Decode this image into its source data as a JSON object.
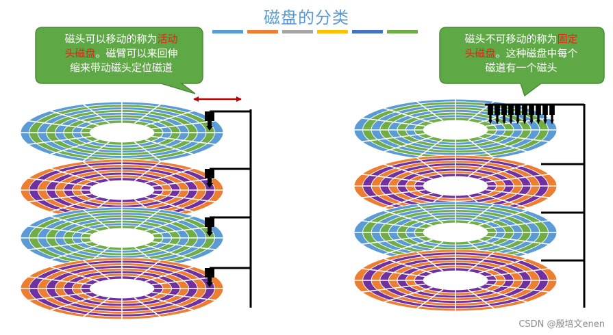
{
  "title": "磁盘的分类",
  "title_bar_colors": [
    "#5b9bd5",
    "#ed7d31",
    "#a5a5a5",
    "#ffc000",
    "#4472c4",
    "#70ad47"
  ],
  "left_callout": {
    "pre": "磁头可以移动的称为",
    "highlight1": "活动",
    "highlight2": "头磁盘",
    "post1": "。磁臂可以来回伸",
    "post2": "缩来带动磁头定位磁道"
  },
  "right_callout": {
    "pre": "磁头不可移动的称为",
    "highlight1": "固定",
    "highlight2": "头磁盘",
    "post1": "。这种磁盘中每个",
    "post2": "磁道有一个磁头"
  },
  "colors": {
    "callout_fill": "#5fa846",
    "callout_stroke": "#4a8a35",
    "highlight": "#e3231a",
    "arrow": "#c00000",
    "platter_blue": "#5b9bd5",
    "platter_green": "#70ad47",
    "platter_orange": "#ed7d31",
    "platter_purple": "#7030a0",
    "arm": "#000000"
  },
  "left_stack_patterns": [
    "blue-green",
    "orange-purple",
    "blue-green",
    "orange-purple"
  ],
  "right_stack_patterns": [
    "blue-green",
    "orange-purple",
    "blue-green",
    "orange-purple"
  ],
  "watermark": "CSDN @殷培文enen"
}
